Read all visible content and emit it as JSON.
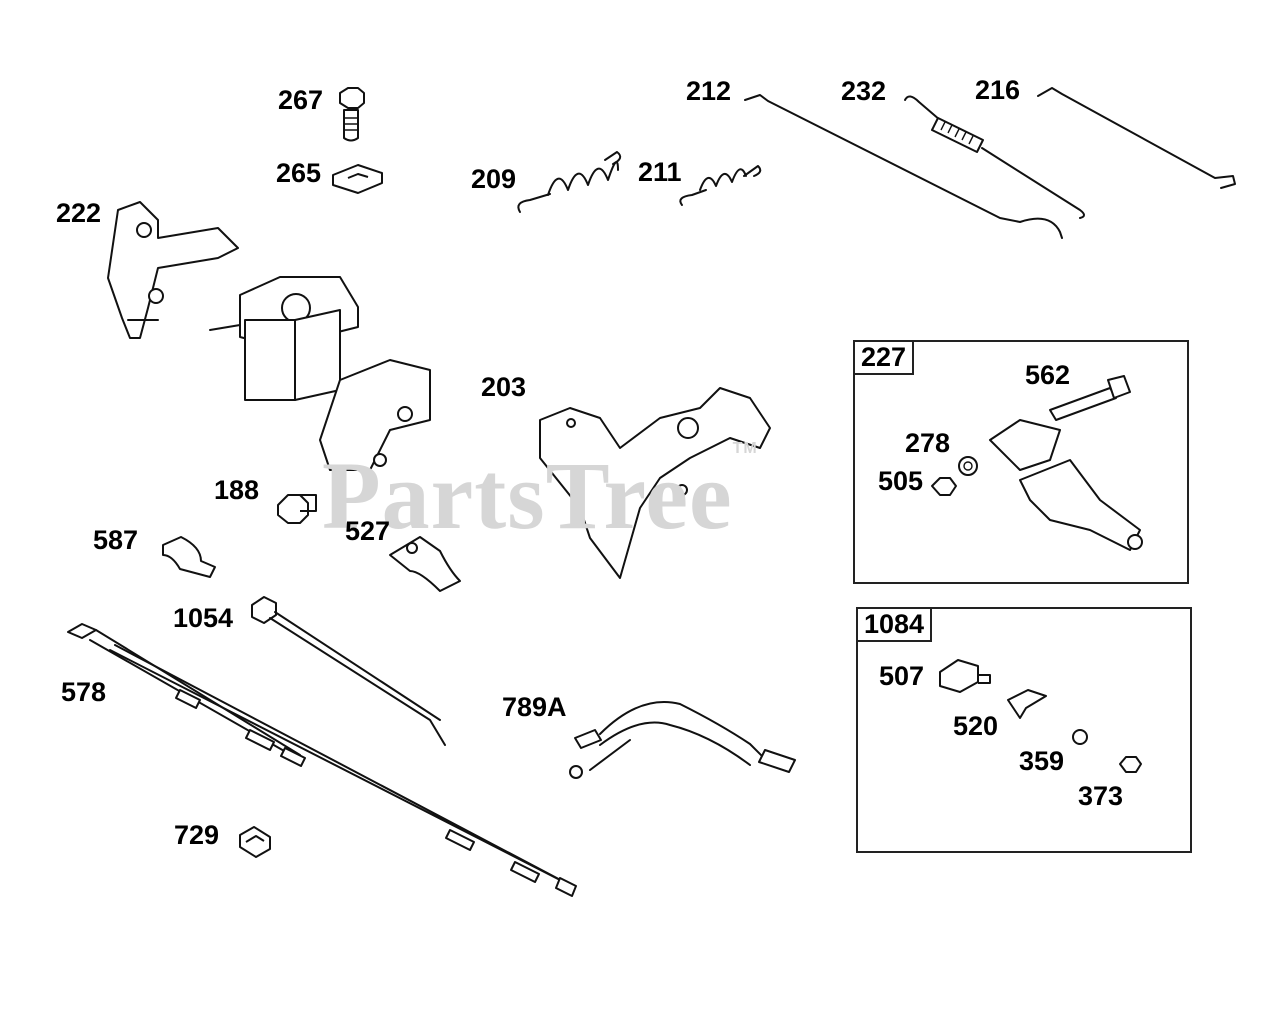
{
  "watermark": {
    "text": "PartsTree",
    "trademark": "TM"
  },
  "boxes": [
    {
      "id": "227"
    },
    {
      "id": "1084"
    }
  ],
  "labels": {
    "p267": "267",
    "p265": "265",
    "p222": "222",
    "p209": "209",
    "p211": "211",
    "p212": "212",
    "p232": "232",
    "p216": "216",
    "p227": "227",
    "p562": "562",
    "p278": "278",
    "p505": "505",
    "p203": "203",
    "p188": "188",
    "p587": "587",
    "p527": "527",
    "p1054": "1054",
    "p578": "578",
    "p789A": "789A",
    "p729": "729",
    "p1084": "1084",
    "p507": "507",
    "p520": "520",
    "p359": "359",
    "p373": "373"
  }
}
